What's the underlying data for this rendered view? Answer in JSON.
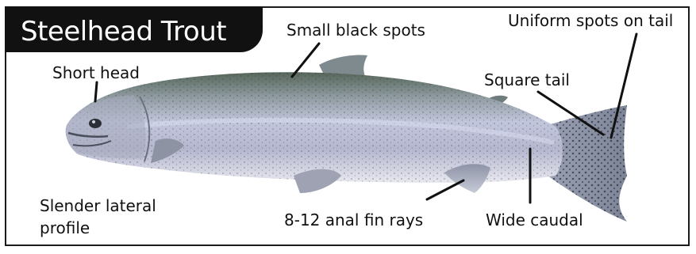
{
  "title": "Steelhead Trout",
  "labels": {
    "small_black_spots": "Small black spots",
    "uniform_spots_on_tail": "Uniform spots on tail",
    "short_head": "Short head",
    "square_tail": "Square tail",
    "slender_lateral_profile_line1": "Slender lateral",
    "slender_lateral_profile_line2": "profile",
    "anal_fin_rays": "8-12 anal fin rays",
    "wide_caudal": "Wide caudal"
  },
  "colors": {
    "frame": "#1a1a1a",
    "title_background": "#111111",
    "title_text": "#ffffff",
    "fish_back": "#5f6e62",
    "fish_side": "#b9bed6",
    "fish_belly": "#e7e7ee",
    "leader_line": "#111111"
  }
}
